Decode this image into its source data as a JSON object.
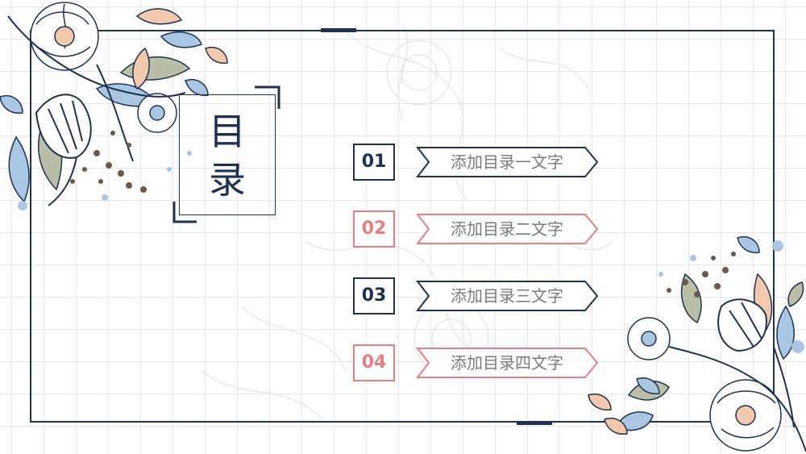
{
  "slide": {
    "title_chars": [
      "目",
      "录"
    ],
    "colors": {
      "navy": "#1e3250",
      "coral": "#e57f7f",
      "grid": "#e4e6ea",
      "label_gray": "#7a7a7a",
      "floral_blue": "#a9c7e3",
      "floral_peach": "#f2c9ad",
      "floral_sage": "#b8bfa6"
    },
    "toc": [
      {
        "num": "01",
        "label": "添加目录一文字",
        "color": "#1e3250"
      },
      {
        "num": "02",
        "label": "添加目录二文字",
        "color": "#e57f7f"
      },
      {
        "num": "03",
        "label": "添加目录三文字",
        "color": "#1e3250"
      },
      {
        "num": "04",
        "label": "添加目录四文字",
        "color": "#e57f7f"
      }
    ]
  }
}
